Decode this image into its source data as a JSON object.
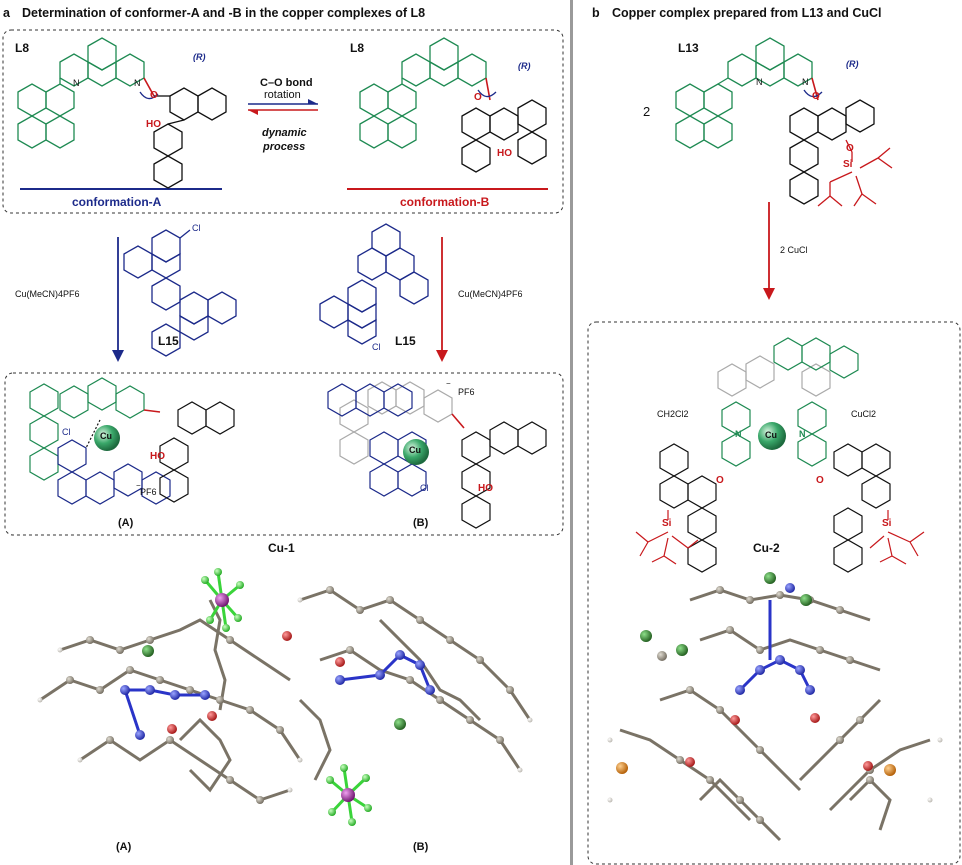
{
  "panel_a": {
    "letter": "a",
    "title": "Determination of conformer-A and -B in the copper complexes of L8",
    "left_ligand": "L8",
    "right_ligand": "L8",
    "stereo_left": "(R)",
    "stereo_right": "(R)",
    "bond_rotation_line1": "C–O bond",
    "bond_rotation_line2": "rotation",
    "dynamic_line1": "dynamic",
    "dynamic_line2": "process",
    "conformation_a": "conformation-A",
    "conformation_b": "conformation-B",
    "ho_left": "HO",
    "ho_right": "HO",
    "reagent_left": "Cu(MeCN)4PF6",
    "reagent_right": "Cu(MeCN)4PF6",
    "l15_left": "L15",
    "l15_right": "L15",
    "cl": "Cl",
    "n": "N",
    "o": "O",
    "cu": "Cu",
    "pf6": "PF6",
    "minus": "−",
    "label_a": "(A)",
    "label_b": "(B)",
    "complex_name": "Cu-1",
    "crystal_label_a": "(A)",
    "crystal_label_b": "(B)"
  },
  "panel_b": {
    "letter": "b",
    "title": "Copper complex prepared from L13 and CuCl",
    "ligand": "L13",
    "stereo": "(R)",
    "coefficient": "2",
    "reagent": "2 CuCl",
    "si": "Si",
    "solvent": "CH2Cl2",
    "counter": "CuCl2",
    "complex_name": "Cu-2"
  },
  "colors": {
    "green": "#1e8a52",
    "navy": "#1c2a8a",
    "red": "#c8181c",
    "divider": "#9a9a9a",
    "atom_gray": "#8a8275",
    "atom_blue": "#2a34c8",
    "atom_green": "#2f7a2a",
    "atom_magenta": "#9a2a9a",
    "atom_lime": "#3ad43a",
    "atom_orange": "#e08a20",
    "cu_sphere": "#3aa86a"
  }
}
